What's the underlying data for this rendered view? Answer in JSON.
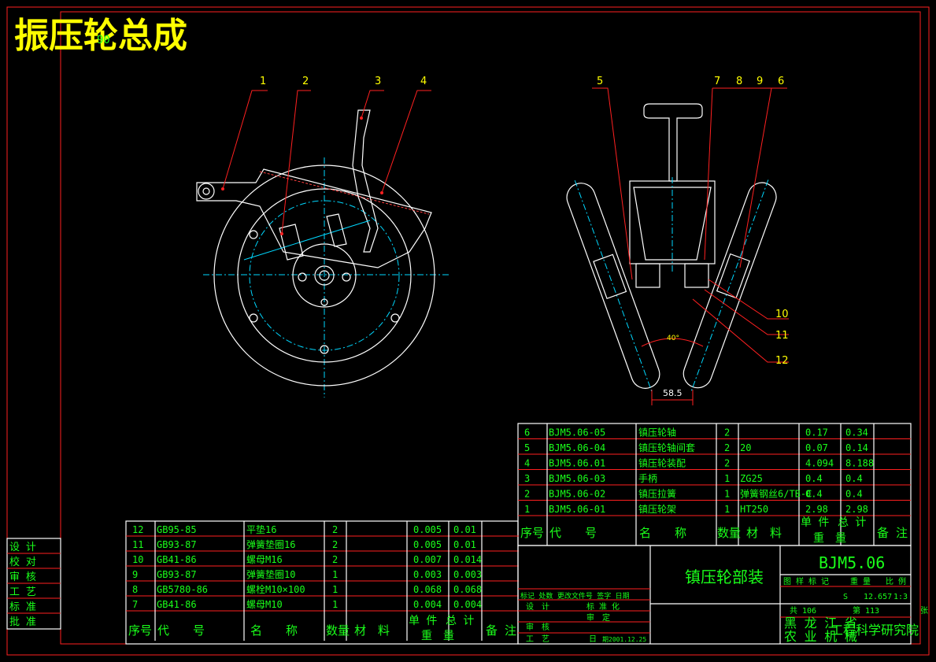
{
  "drawing": {
    "title": "振压轮总成",
    "small_overlap_text": "90"
  },
  "left_callouts": [
    "1",
    "2",
    "3",
    "4"
  ],
  "right_callouts": [
    "5",
    "7",
    "8",
    "9",
    "6"
  ],
  "side_callouts": [
    "10",
    "11",
    "12"
  ],
  "dimensions": {
    "angle": "40°",
    "width": "58.5"
  },
  "parts_right": {
    "rows": [
      {
        "no": "6",
        "code": "BJM5.06-05",
        "name": "镇压轮轴",
        "qty": "2",
        "material": "",
        "unit": "0.17",
        "total": "0.34"
      },
      {
        "no": "5",
        "code": "BJM5.06-04",
        "name": "镇压轮轴间套",
        "qty": "2",
        "material": "20",
        "unit": "0.07",
        "total": "0.14"
      },
      {
        "no": "4",
        "code": "BJM5.06.01",
        "name": "镇压轮装配",
        "qty": "2",
        "material": "",
        "unit": "4.094",
        "total": "8.188"
      },
      {
        "no": "3",
        "code": "BJM5.06-03",
        "name": "手柄",
        "qty": "1",
        "material": "ZG25",
        "unit": "0.4",
        "total": "0.4"
      },
      {
        "no": "2",
        "code": "BJM5.06-02",
        "name": "镇压拉簧",
        "qty": "1",
        "material": "弹簧钢丝6/TB-C",
        "unit": "0.4",
        "total": "0.4"
      },
      {
        "no": "1",
        "code": "BJM5.06-01",
        "name": "镇压轮架",
        "qty": "1",
        "material": "HT250",
        "unit": "2.98",
        "total": "2.98"
      }
    ]
  },
  "parts_left": {
    "rows": [
      {
        "no": "12",
        "code": "GB95-85",
        "name": "平垫16",
        "qty": "2",
        "material": "",
        "unit": "0.005",
        "total": "0.01"
      },
      {
        "no": "11",
        "code": "GB93-87",
        "name": "弹簧垫圈16",
        "qty": "2",
        "material": "",
        "unit": "0.005",
        "total": "0.01"
      },
      {
        "no": "10",
        "code": "GB41-86",
        "name": "螺母M16",
        "qty": "2",
        "material": "",
        "unit": "0.007",
        "total": "0.014"
      },
      {
        "no": "9",
        "code": "GB93-87",
        "name": "弹簧垫圈10",
        "qty": "1",
        "material": "",
        "unit": "0.003",
        "total": "0.003"
      },
      {
        "no": "8",
        "code": "GB5780-86",
        "name": "螺栓M10×100",
        "qty": "1",
        "material": "",
        "unit": "0.068",
        "total": "0.068"
      },
      {
        "no": "7",
        "code": "GB41-86",
        "name": "螺母M10",
        "qty": "1",
        "material": "",
        "unit": "0.004",
        "total": "0.004"
      }
    ]
  },
  "table_header": {
    "no": "序号",
    "code": "代　　号",
    "name": "名　　称",
    "qty": "数量",
    "material": "材　料",
    "unit": "单 件",
    "total": "总 计",
    "weight": "重　量",
    "remark": "备 注"
  },
  "title_block": {
    "drawing_name": "镇压轮部装",
    "drawing_no": "BJM5.06",
    "institute_line1": "黑 龙 江 省",
    "institute_line2": "农 业 机 械",
    "institute_suffix": "工程科学研究院",
    "stage_labels": "图 样 标 记",
    "weight_label": "重 量",
    "scale_label": "比 例",
    "stage_value": "S",
    "weight_value": "12.657",
    "scale_value": "1:3",
    "sheets_total": "共 106",
    "sheet_no": "第 113",
    "sheet_suffix": "张",
    "change_row": "标记 处数 更改文件号 签字 日期",
    "design": "设　计",
    "check": "审　核",
    "process": "工　艺",
    "standard": "标 准 化",
    "approve": "审　定",
    "date_label": "日",
    "date_value": "期2001.12.25"
  },
  "side_strip": [
    "设 计",
    "校 对",
    "审 核",
    "工 艺",
    "标 准",
    "批 准"
  ]
}
